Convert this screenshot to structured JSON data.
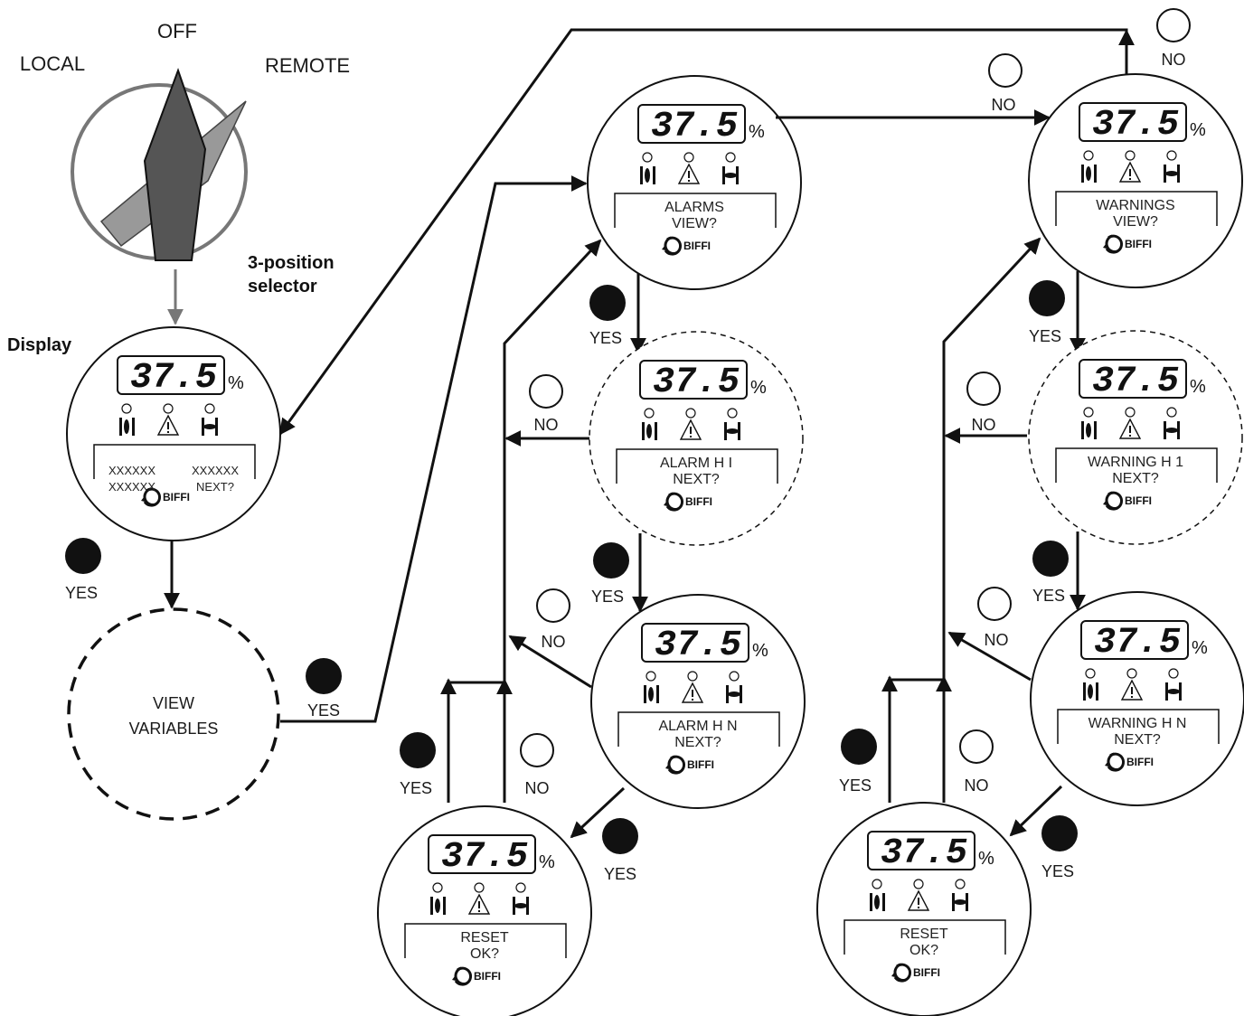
{
  "selector": {
    "off_label": "OFF",
    "local_label": "LOCAL",
    "remote_label": "REMOTE",
    "caption_line1": "3-position",
    "caption_line2": "selector"
  },
  "display_label": "Display",
  "readout": {
    "value": "37.5",
    "unit": "%"
  },
  "brand": "BIFFI",
  "buttons": {
    "yes": "YES",
    "no": "NO"
  },
  "screens": {
    "main": {
      "line1": "XXXXXX        XXXXXX",
      "line2": "XXXXXX        NEXT?"
    },
    "alarms_view": {
      "line1": "ALARMS",
      "line2": "VIEW?"
    },
    "alarm_1": {
      "line1": "ALARM  Н  I",
      "line2": "NEXT?"
    },
    "alarm_n": {
      "line1": "ALARM  Н N",
      "line2": "NEXT?"
    },
    "reset_left": {
      "line1": "RESET",
      "line2": "OK?"
    },
    "warnings_view": {
      "line1": "WARNINGS",
      "line2": "VIEW?"
    },
    "warning_1": {
      "line1": "WARNING  Н 1",
      "line2": "NEXT?"
    },
    "warning_n": {
      "line1": "WARNING  Н  N",
      "line2": "NEXT?"
    },
    "reset_right": {
      "line1": "RESET",
      "line2": "OK?"
    }
  },
  "view_variables": {
    "line1": "VIEW",
    "line2": "VARIABLES"
  },
  "colors": {
    "ink": "#111111",
    "selector_gray": "#999999",
    "knob_dark": "#555555"
  }
}
